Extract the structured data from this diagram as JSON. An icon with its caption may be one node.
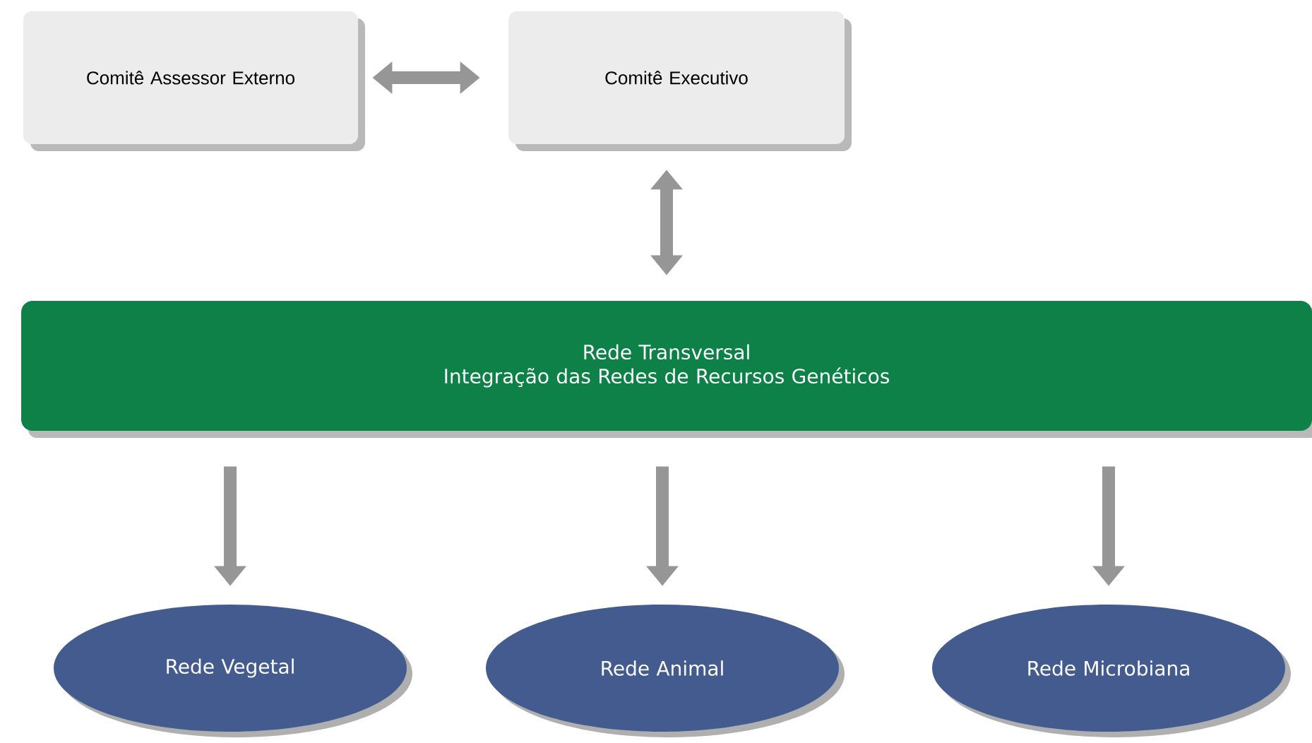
{
  "diagram": {
    "nodes": [
      {
        "text": [
          "Comitê Assessor Externo"
        ]
      },
      {
        "text": [
          "Comitê Executivo"
        ]
      },
      {
        "text": [
          "Rede Transversal",
          "Integração das Redes de Recursos Genéticos"
        ]
      },
      {
        "text": [
          "Rede Vegetal"
        ]
      },
      {
        "text": [
          "Rede Animal"
        ]
      },
      {
        "text": [
          "Rede Microbiana"
        ]
      }
    ],
    "edges": [
      {
        "from": 0,
        "to": 1,
        "arrow": "both"
      },
      {
        "from": 1,
        "to": 2,
        "arrow": "both"
      },
      {
        "from": 2,
        "to": 3,
        "arrow": "to"
      },
      {
        "from": 2,
        "to": 4,
        "arrow": "to"
      },
      {
        "from": 2,
        "to": 5,
        "arrow": "to"
      }
    ]
  }
}
